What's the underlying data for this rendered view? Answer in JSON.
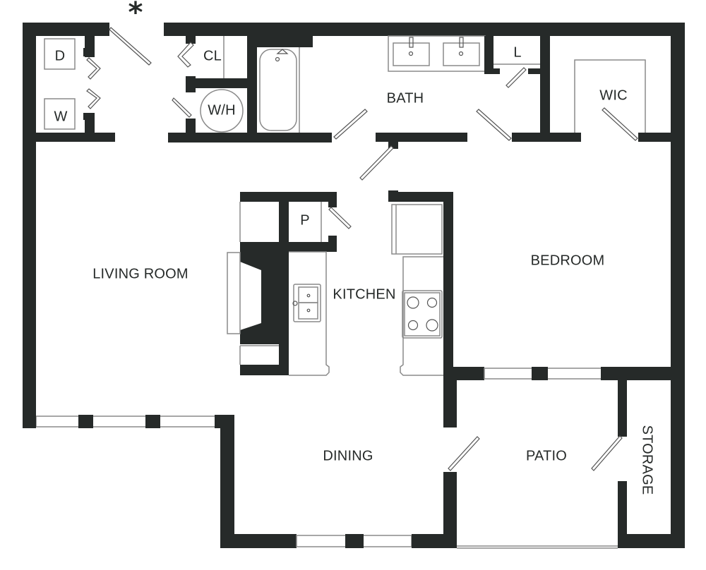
{
  "floorplan": {
    "entry_marker": "*",
    "colors": {
      "wall": "#262a29",
      "fixture_line": "#8a8a8a",
      "background": "#ffffff"
    },
    "rooms": {
      "dryer": "D",
      "washer": "W",
      "closet": "CL",
      "water_heater": "W/H",
      "bath": "BATH",
      "linen": "L",
      "walk_in_closet": "WIC",
      "pantry": "P",
      "kitchen": "KITCHEN",
      "living_room": "LIVING ROOM",
      "bedroom": "BEDROOM",
      "dining": "DINING",
      "patio": "PATIO",
      "storage": "STORAGE"
    }
  }
}
